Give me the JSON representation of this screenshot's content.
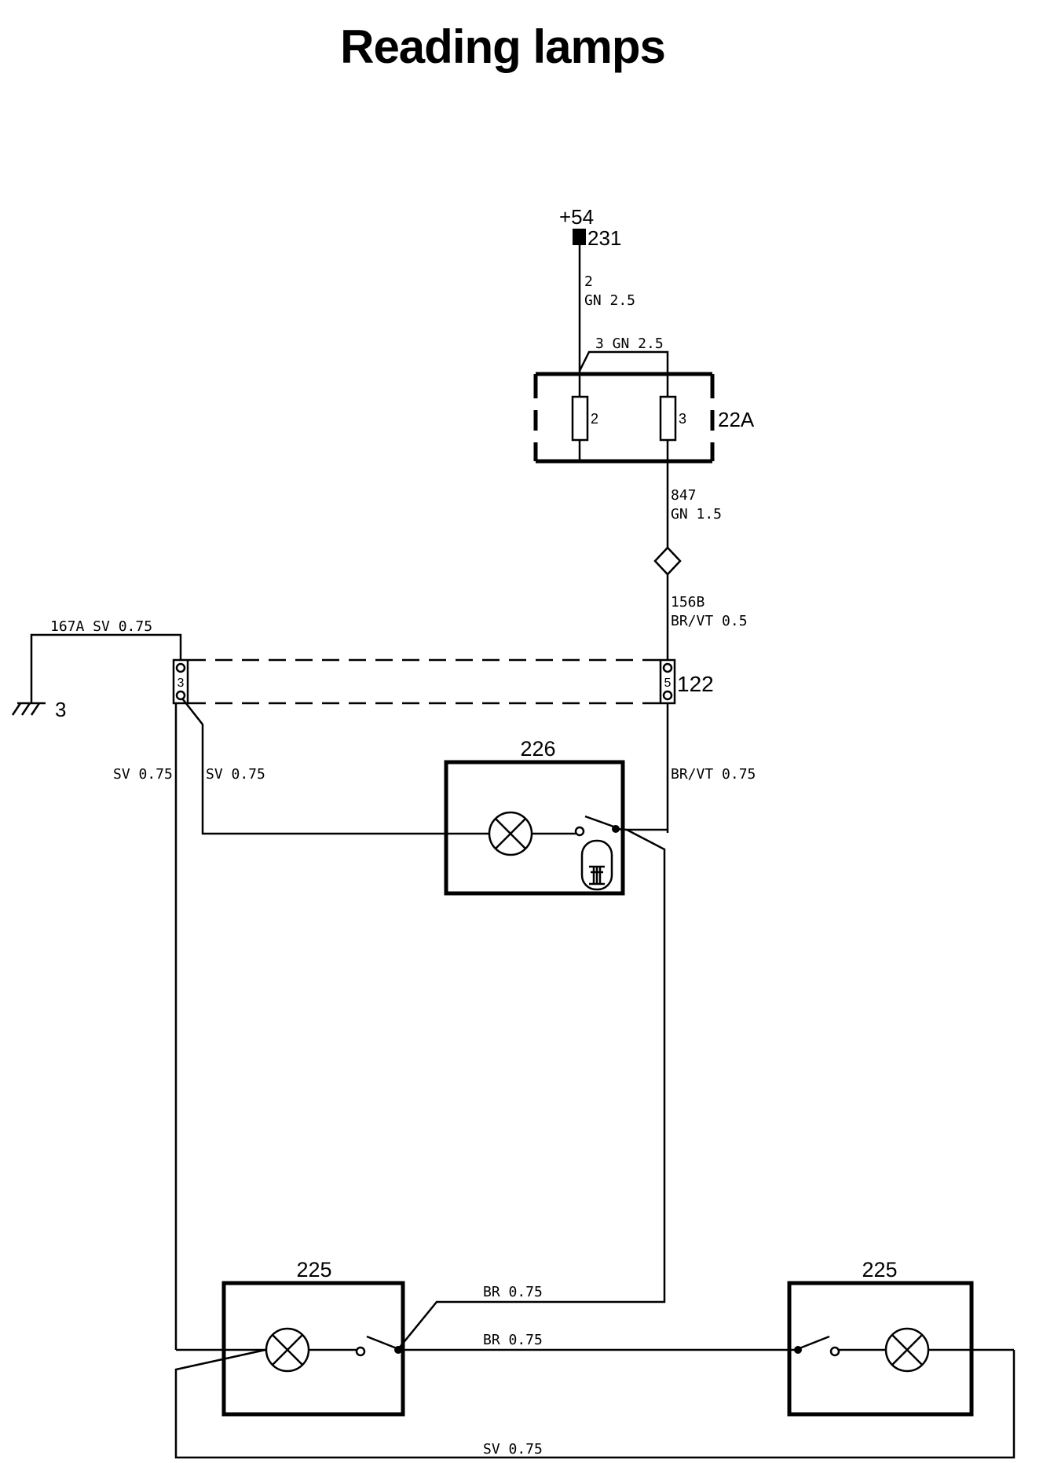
{
  "title": "Reading lamps",
  "components": {
    "supply_terminal": "+54",
    "supply_node": "231",
    "fuse_box": "22A",
    "fuse_left_pin": "2",
    "fuse_right_pin": "3",
    "connector": "122",
    "connector_left_pin": "3",
    "connector_right_pin": "5",
    "ground_point": "3",
    "lamp_center": "226",
    "lamp_left": "225",
    "lamp_right": "225"
  },
  "wires": {
    "w2_num": "2",
    "w2_spec": "GN 2.5",
    "w3": "3 GN 2.5",
    "w847_num": "847",
    "w847_spec": "GN 1.5",
    "w156b_num": "156B",
    "w156b_spec": "BR/VT 0.5",
    "w167a": "167A SV 0.75",
    "sv_left": "SV 0.75",
    "sv_mid": "SV 0.75",
    "brvt": "BR/VT 0.75",
    "br_upper": "BR 0.75",
    "br_lower": "BR 0.75",
    "sv_bottom": "SV 0.75"
  }
}
